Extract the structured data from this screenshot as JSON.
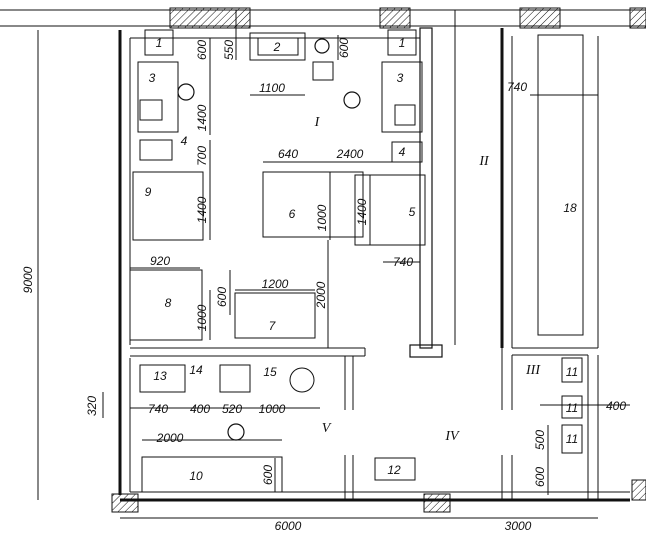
{
  "dimensions": {
    "overall_height": "9000",
    "overall_width_left": "6000",
    "overall_width_right": "3000",
    "d550": "550",
    "d600_top_left": "600",
    "d600_top_right": "600",
    "d1100": "1100",
    "d1400_a": "1400",
    "d700": "700",
    "d640": "640",
    "d2400": "2400",
    "d1400_b": "1400",
    "d1000_a": "1000",
    "d1400_c": "1400",
    "d740_a": "740",
    "d740_top_right": "740",
    "d920": "920",
    "d1200": "1200",
    "d600_mid": "600",
    "d1000_b": "1000",
    "d2000_a": "2000",
    "d320": "320",
    "d740_b": "740",
    "d400_a": "400",
    "d520": "520",
    "d1000_c": "1000",
    "d2000_b": "2000",
    "d600_bottom": "600",
    "d400_b": "400",
    "d500": "500",
    "d600_right": "600"
  },
  "items": {
    "n1a": "1",
    "n1b": "1",
    "n2": "2",
    "n3a": "3",
    "n3b": "3",
    "n4a": "4",
    "n4b": "4",
    "n5": "5",
    "n6": "6",
    "n7": "7",
    "n8": "8",
    "n9": "9",
    "n10": "10",
    "n11a": "11",
    "n11b": "11",
    "n11c": "11",
    "n12": "12",
    "n13": "13",
    "n14": "14",
    "n15": "15",
    "n18": "18"
  },
  "rooms": {
    "r1": "I",
    "r2": "II",
    "r3": "III",
    "r4": "IV",
    "r5": "V"
  }
}
